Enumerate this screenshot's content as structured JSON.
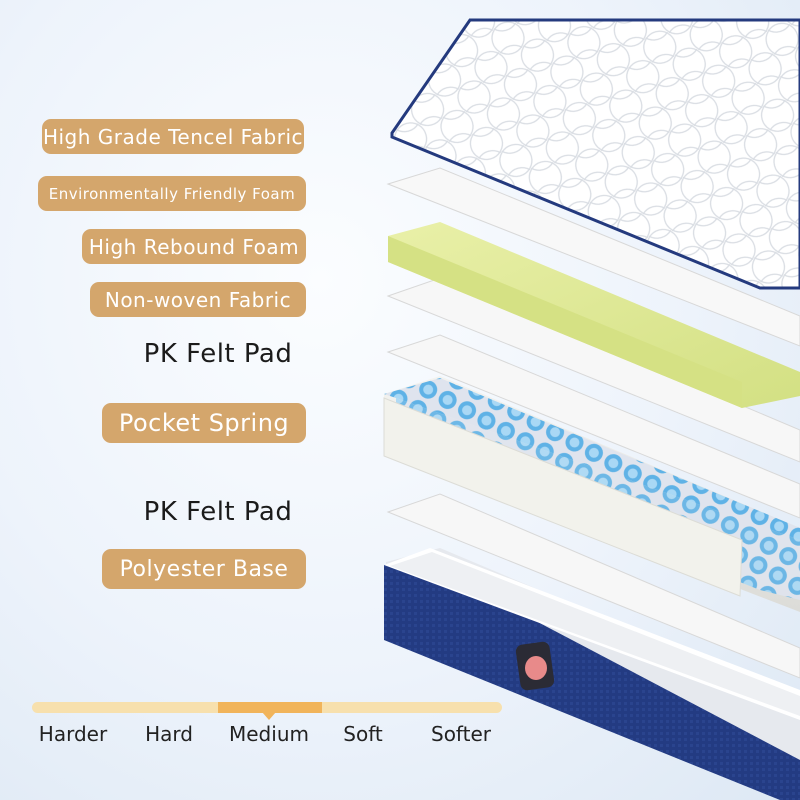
{
  "layers": [
    {
      "label": "High Grade Tencel Fabric"
    },
    {
      "label": "Environmentally Friendly Foam"
    },
    {
      "label": "High Rebound Foam"
    },
    {
      "label": "Non-woven Fabric"
    },
    {
      "label": "PK Felt Pad"
    },
    {
      "label": "Pocket Spring"
    },
    {
      "label": "PK Felt Pad"
    },
    {
      "label": "Polyester Base"
    }
  ],
  "firmness_scale": {
    "options": [
      "Harder",
      "Hard",
      "Medium",
      "Soft",
      "Softer"
    ],
    "selected": "Medium"
  },
  "colors": {
    "label_pill": "#d4a66c",
    "scale_bar": "#f7e0ad",
    "scale_highlight": "#f1b45a",
    "base_navy": "#233b82",
    "foam_green": "#e2ec9a"
  }
}
